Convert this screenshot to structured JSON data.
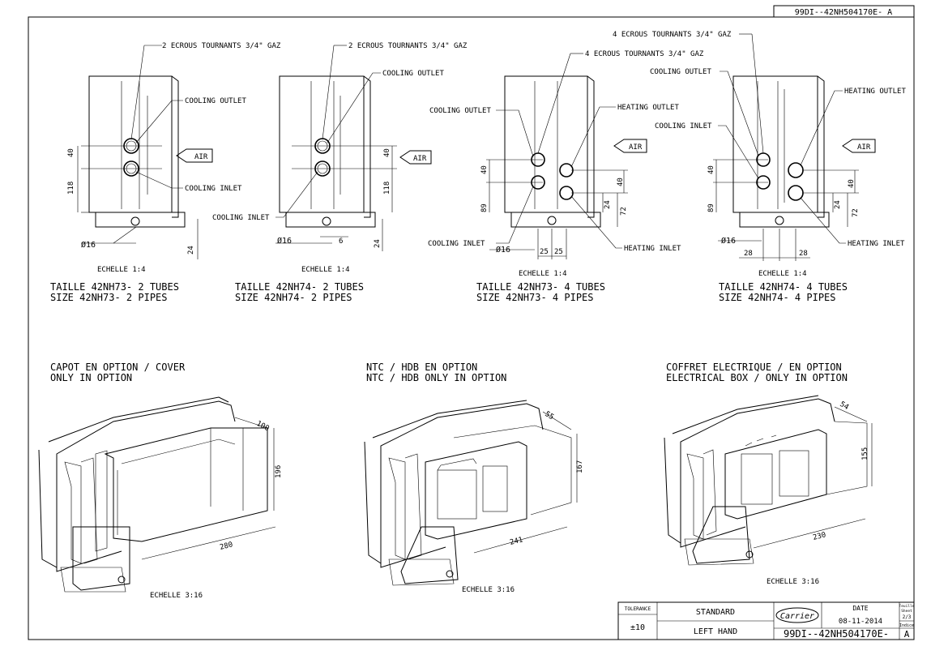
{
  "drawing": {
    "ref_top": "99DI--42NH504170E- A"
  },
  "views": [
    {
      "nut_callouts": [
        "2 ECROUS TOURNANTS 3/4\" GAZ"
      ],
      "labels": {
        "cooling_outlet": "COOLING OUTLET",
        "cooling_inlet": "COOLING INLET",
        "air": "AIR"
      },
      "dims": {
        "d1": "40",
        "d2": "118",
        "d3": "24",
        "dia": "Ø16"
      },
      "scale": "ECHELLE  1:4",
      "title_fr": "TAILLE 42NH73- 2 TUBES",
      "title_en": "SIZE   42NH73- 2 PIPES"
    },
    {
      "nut_callouts": [
        "2 ECROUS TOURNANTS 3/4\" GAZ"
      ],
      "labels": {
        "cooling_outlet": "COOLING OUTLET",
        "cooling_inlet": "COOLING INLET",
        "air": "AIR"
      },
      "dims": {
        "d1": "40",
        "d2": "118",
        "d3": "24",
        "dia": "Ø16",
        "d4": "6"
      },
      "scale": "ECHELLE  1:4",
      "title_fr": "TAILLE 42NH74- 2 TUBES",
      "title_en": "SIZE   42NH74- 2 PIPES"
    },
    {
      "nut_callouts": [
        "4 ECROUS TOURNANTS 3/4\" GAZ"
      ],
      "labels": {
        "cooling_outlet": "COOLING OUTLET",
        "cooling_inlet": "COOLING INLET",
        "heating_outlet": "HEATING OUTLET",
        "heating_inlet": "HEATING INLET",
        "air": "AIR"
      },
      "dims": {
        "d1": "40",
        "d2": "89",
        "d3": "40",
        "d4": "24",
        "d5": "72",
        "dia": "Ø16",
        "d6": "25",
        "d7": "25"
      },
      "scale": "ECHELLE  1:4",
      "title_fr": "TAILLE 42NH73- 4 TUBES",
      "title_en": "SIZE   42NH73- 4 PIPES"
    },
    {
      "nut_callouts": [
        "4 ECROUS TOURNANTS 3/4\" GAZ"
      ],
      "labels": {
        "cooling_outlet": "COOLING OUTLET",
        "cooling_inlet": "COOLING INLET",
        "heating_outlet": "HEATING OUTLET",
        "heating_inlet": "HEATING INLET",
        "air": "AIR"
      },
      "dims": {
        "d1": "40",
        "d2": "89",
        "d3": "40",
        "d4": "24",
        "d5": "72",
        "dia": "Ø16",
        "d6": "28",
        "d7": "28"
      },
      "scale": "ECHELLE  1:4",
      "title_fr": "TAILLE 42NH74- 4 TUBES",
      "title_en": "SIZE   42NH74- 4 PIPES"
    }
  ],
  "options": [
    {
      "title_1": "CAPOT EN OPTION / COVER",
      "title_2": "ONLY IN OPTION",
      "dims": {
        "depth": "100",
        "height": "196",
        "width": "280"
      },
      "scale": "ECHELLE  3:16"
    },
    {
      "title_1": "NTC / HDB EN OPTION",
      "title_2": "NTC / HDB ONLY IN OPTION",
      "dims": {
        "depth": "55",
        "height": "167",
        "width": "241"
      },
      "scale": "ECHELLE  3:16"
    },
    {
      "title_1": "COFFRET ELECTRIQUE / EN OPTION",
      "title_2": "ELECTRICAL BOX / ONLY IN OPTION",
      "dims": {
        "depth": "54",
        "height": "155",
        "width": "230"
      },
      "scale": "ECHELLE 3:16"
    }
  ],
  "title_block": {
    "tolerance_label": "TOLERANCE",
    "tolerance_value": "±10",
    "standard": "STANDARD",
    "hand": "LEFT HAND",
    "logo": "Carrier",
    "date_label": "DATE",
    "date": "08-11-2014",
    "sheet_label_1": "Feuille",
    "sheet_label_2": "Sheet",
    "sheet": "2/3",
    "indice_label": "Indice",
    "indice": "A",
    "drawing_no": "99DI--42NH504170E-"
  }
}
